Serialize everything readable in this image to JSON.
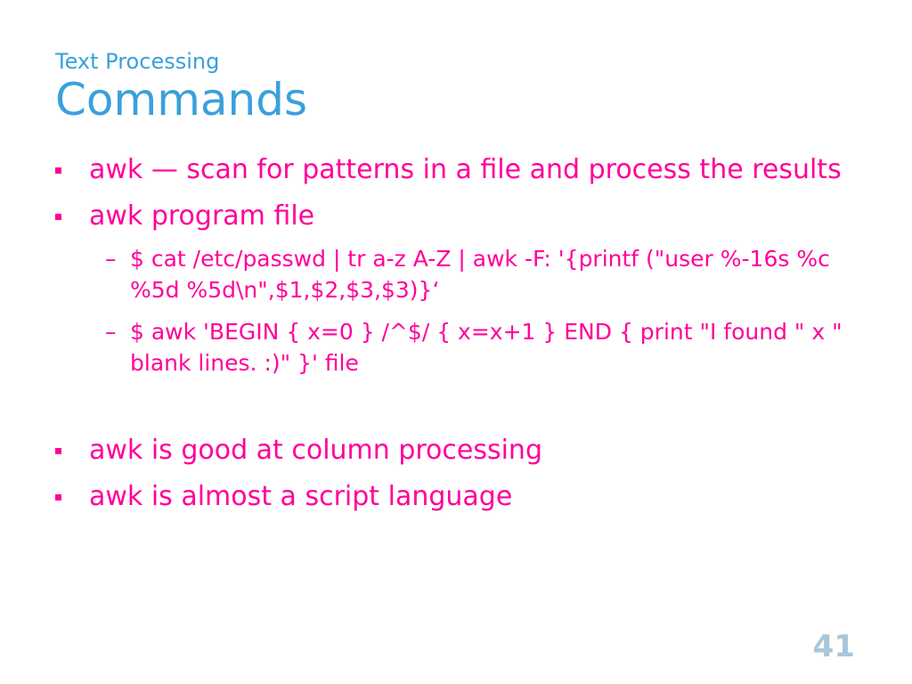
{
  "slide": {
    "subtitle": "Text Processing",
    "title": "Commands",
    "bullets": [
      {
        "text": "awk — scan for patterns in a file and process the results"
      },
      {
        "text": "awk program file",
        "sub": [
          {
            "dash": "–",
            "text": "$ cat /etc/passwd | tr a-z A-Z | awk -F: '{printf (\"user  %-16s %c %5d %5d\\n\",$1,$2,$3,$3)}‘"
          },
          {
            "dash": "–",
            "text": "$ awk 'BEGIN { x=0 } /^$/ { x=x+1 } END { print \"I found \" x \" blank lines. :)\" }' file"
          }
        ]
      },
      {
        "text": "awk is good at column processing"
      },
      {
        "text": "awk is almost a script language"
      }
    ],
    "page_number": "41"
  },
  "colors": {
    "title": "#3aa0dc",
    "body": "#ff0099",
    "page_number": "#aac6da"
  },
  "icons": {
    "bullet": "square-bullet-icon"
  }
}
